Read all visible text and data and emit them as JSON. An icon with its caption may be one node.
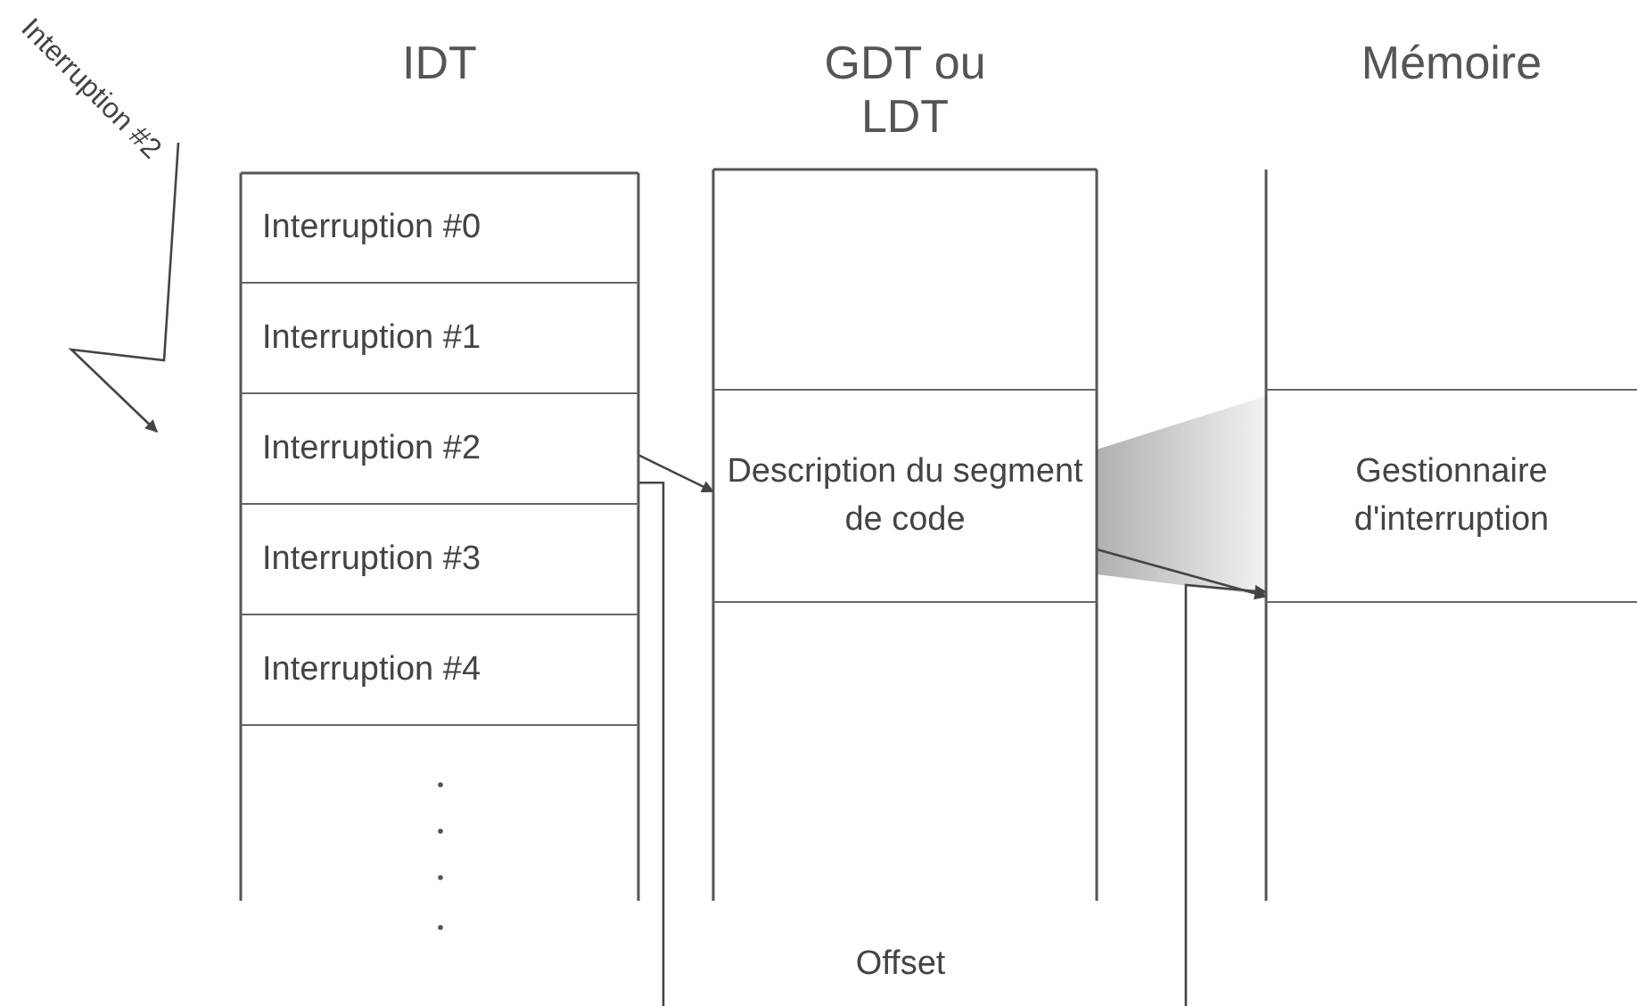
{
  "diagram": {
    "nodes": [
      {
        "text": [
          "IDT"
        ]
      },
      {
        "text": [
          "Interruption #0"
        ],
        "in": 0
      },
      {
        "text": [
          "Interruption #1"
        ],
        "in": 0
      },
      {
        "text": [
          "Interruption #2"
        ],
        "in": 0
      },
      {
        "text": [
          "Interruption #3"
        ],
        "in": 0
      },
      {
        "text": [
          "Interruption #4"
        ],
        "in": 0
      },
      {
        "text": [
          "GDT ou LDT"
        ]
      },
      {
        "text": [
          "Description du segment de code"
        ],
        "in": 6
      },
      {
        "text": [
          "Mémoire"
        ]
      },
      {
        "text": [
          "Gestionnaire d'interruption"
        ],
        "in": 8
      },
      {
        "text": [
          "Interruption #2"
        ]
      }
    ],
    "edges": [
      {
        "from": 10,
        "to": null,
        "arrow": "to"
      },
      {
        "from": 3,
        "to": 7,
        "arrow": "to"
      },
      {
        "from": 3,
        "to": null,
        "arrow": "none"
      },
      {
        "from": null,
        "to": 9,
        "arrow": "to"
      },
      {
        "from": 7,
        "to": 9,
        "arrow": "to"
      }
    ],
    "labels": [
      "Offset"
    ]
  }
}
